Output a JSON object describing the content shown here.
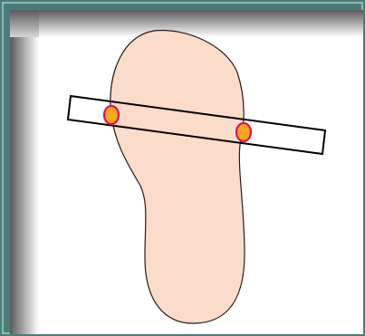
{
  "colors": {
    "frame_outer": "#4a7d7a",
    "frame_light": "#8fb8b4",
    "bevel_shadow": "#6b6b6b",
    "bevel_light": "#ffffff",
    "panel": "#ffffff",
    "foot_fill": "#fbdccb",
    "foot_stroke": "#2a1a14",
    "strap_stroke": "#000000",
    "marker_fill": "#f5a623",
    "marker_stroke": "#e0105a"
  },
  "diagram": {
    "shape_icon": "foot-sole-outline",
    "strap_icon": "strap-rectangle",
    "marker_icon": "contact-point",
    "markers": [
      {
        "name": "marker-left"
      },
      {
        "name": "marker-right"
      }
    ]
  }
}
